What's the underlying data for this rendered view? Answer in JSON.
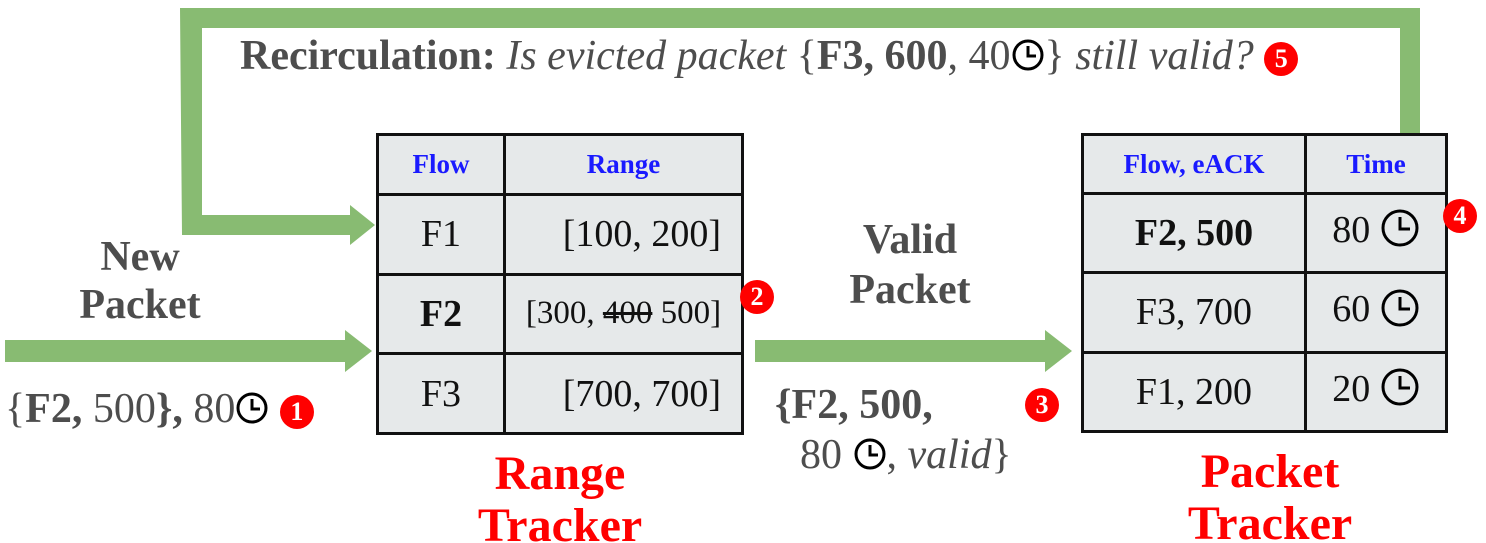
{
  "recirculation": {
    "label": "Recirculation:",
    "question_prefix": "Is evicted packet",
    "open": "{",
    "flow": "F3, 600",
    "sep": ", ",
    "time": "40",
    "close": "}",
    "question_suffix": "still valid?",
    "badge": "5"
  },
  "new_packet": {
    "label_line1": "New",
    "label_line2": "Packet",
    "tuple_open": "{",
    "flow": "F2,",
    "seq": " 500",
    "tuple_close": "},",
    "time": " 80",
    "badge": "1"
  },
  "range_tracker": {
    "title_line1": "Range",
    "title_line2": "Tracker",
    "headers": [
      "Flow",
      "Range"
    ],
    "rows": [
      {
        "flow": "F1",
        "range": "[100, 200]"
      },
      {
        "flow": "F2",
        "range_prefix": "[300, ",
        "range_struck": "400",
        "range_suffix": " 500]"
      },
      {
        "flow": "F3",
        "range": "[700, 700]"
      }
    ],
    "badge": "2"
  },
  "valid_packet": {
    "label_line1": "Valid",
    "label_line2": "Packet",
    "tuple_line1": "{F2, 500,",
    "tuple_time": "80",
    "tuple_valid": "valid",
    "tuple_close": "}",
    "badge": "3"
  },
  "packet_tracker": {
    "title_line1": "Packet",
    "title_line2": "Tracker",
    "headers": [
      "Flow, eACK",
      "Time"
    ],
    "rows": [
      {
        "flow": "F2, 500",
        "time": "80"
      },
      {
        "flow": "F3, 700",
        "time": "60"
      },
      {
        "flow": "F1, 200",
        "time": "20"
      }
    ],
    "badge": "4"
  },
  "colors": {
    "arrow": "#88bb72",
    "badge": "#ff0000",
    "header": "#1a1aff",
    "table_bg": "#e6e9ea"
  }
}
